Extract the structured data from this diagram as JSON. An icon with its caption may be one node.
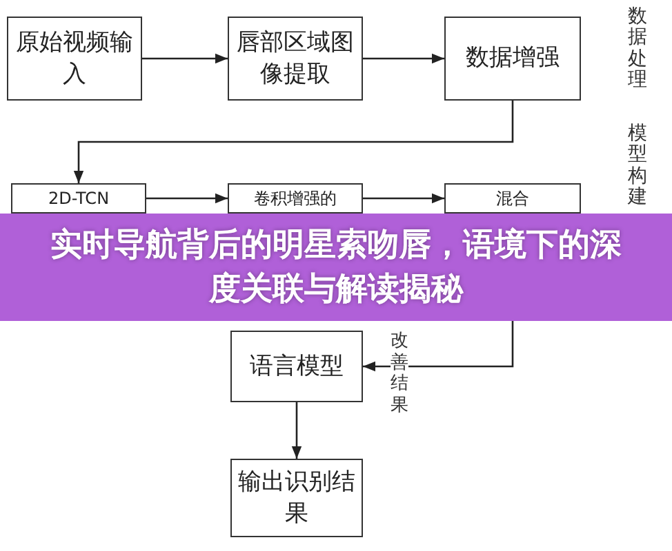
{
  "diagram": {
    "title": "实时导航背后的明星索吻唇，语境下的深度关联与解读揭秘",
    "nodes": [
      {
        "text": [
          "原始视频输入"
        ]
      },
      {
        "text": [
          "唇部区域图像提取"
        ]
      },
      {
        "text": [
          "数据增强"
        ]
      },
      {
        "text": [
          "2D-TCN"
        ]
      },
      {
        "text": [
          "卷积增强的"
        ]
      },
      {
        "text": [
          "混合"
        ]
      },
      {
        "text": [
          "语言模型"
        ]
      },
      {
        "text": [
          "输出识别结果"
        ]
      }
    ],
    "edges": [
      {
        "from": 0,
        "to": 1,
        "arrow": "to"
      },
      {
        "from": 1,
        "to": 2,
        "arrow": "to"
      },
      {
        "from": 2,
        "to": 3,
        "arrow": "to"
      },
      {
        "from": 3,
        "to": 4,
        "arrow": "to"
      },
      {
        "from": 4,
        "to": 5,
        "arrow": "to"
      },
      {
        "from": 5,
        "to": 6,
        "arrow": "to",
        "label": "改善结果"
      },
      {
        "from": 6,
        "to": 7,
        "arrow": "to"
      }
    ],
    "labels": [
      "数据处理",
      "模型构建"
    ]
  }
}
